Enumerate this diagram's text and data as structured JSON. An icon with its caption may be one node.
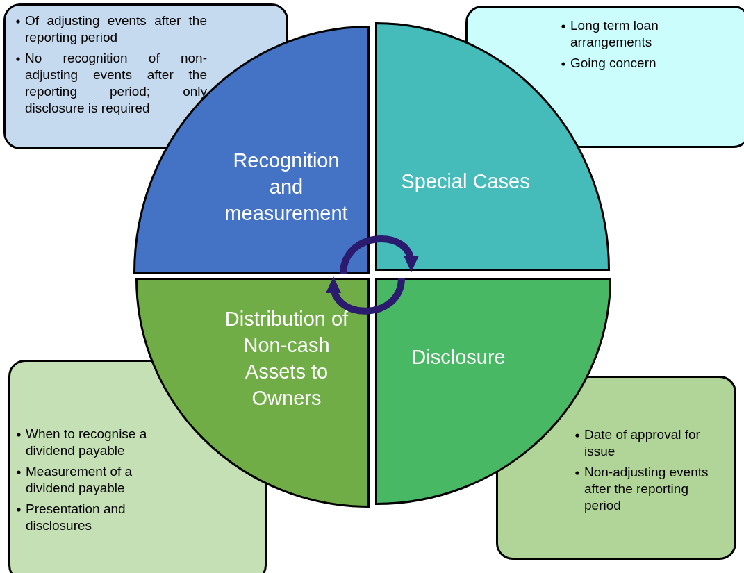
{
  "diagram": {
    "nodes": [
      {
        "text": [
          "Of adjusting events after the reporting period",
          "No recognition of non-adjusting events after the reporting period; only disclosure is required"
        ]
      },
      {
        "text": [
          "Long term loan arrangements",
          "Going concern"
        ]
      },
      {
        "text": [
          "Recognition and measurement"
        ]
      },
      {
        "text": [
          "Special Cases"
        ]
      },
      {
        "text": [
          "Distribution of Non-cash Assets to Owners"
        ]
      },
      {
        "text": [
          "Disclosure"
        ]
      },
      {
        "text": [
          "When to recognise a dividend payable",
          "Measurement of a dividend payable",
          "Presentation and disclosures"
        ]
      },
      {
        "text": [
          "Date of approval for issue",
          "Non-adjusting events after the reporting period"
        ]
      }
    ],
    "edges": [
      {
        "from": 2,
        "to": 3,
        "arrow": "to"
      },
      {
        "from": 5,
        "to": 4,
        "arrow": "to"
      }
    ]
  }
}
